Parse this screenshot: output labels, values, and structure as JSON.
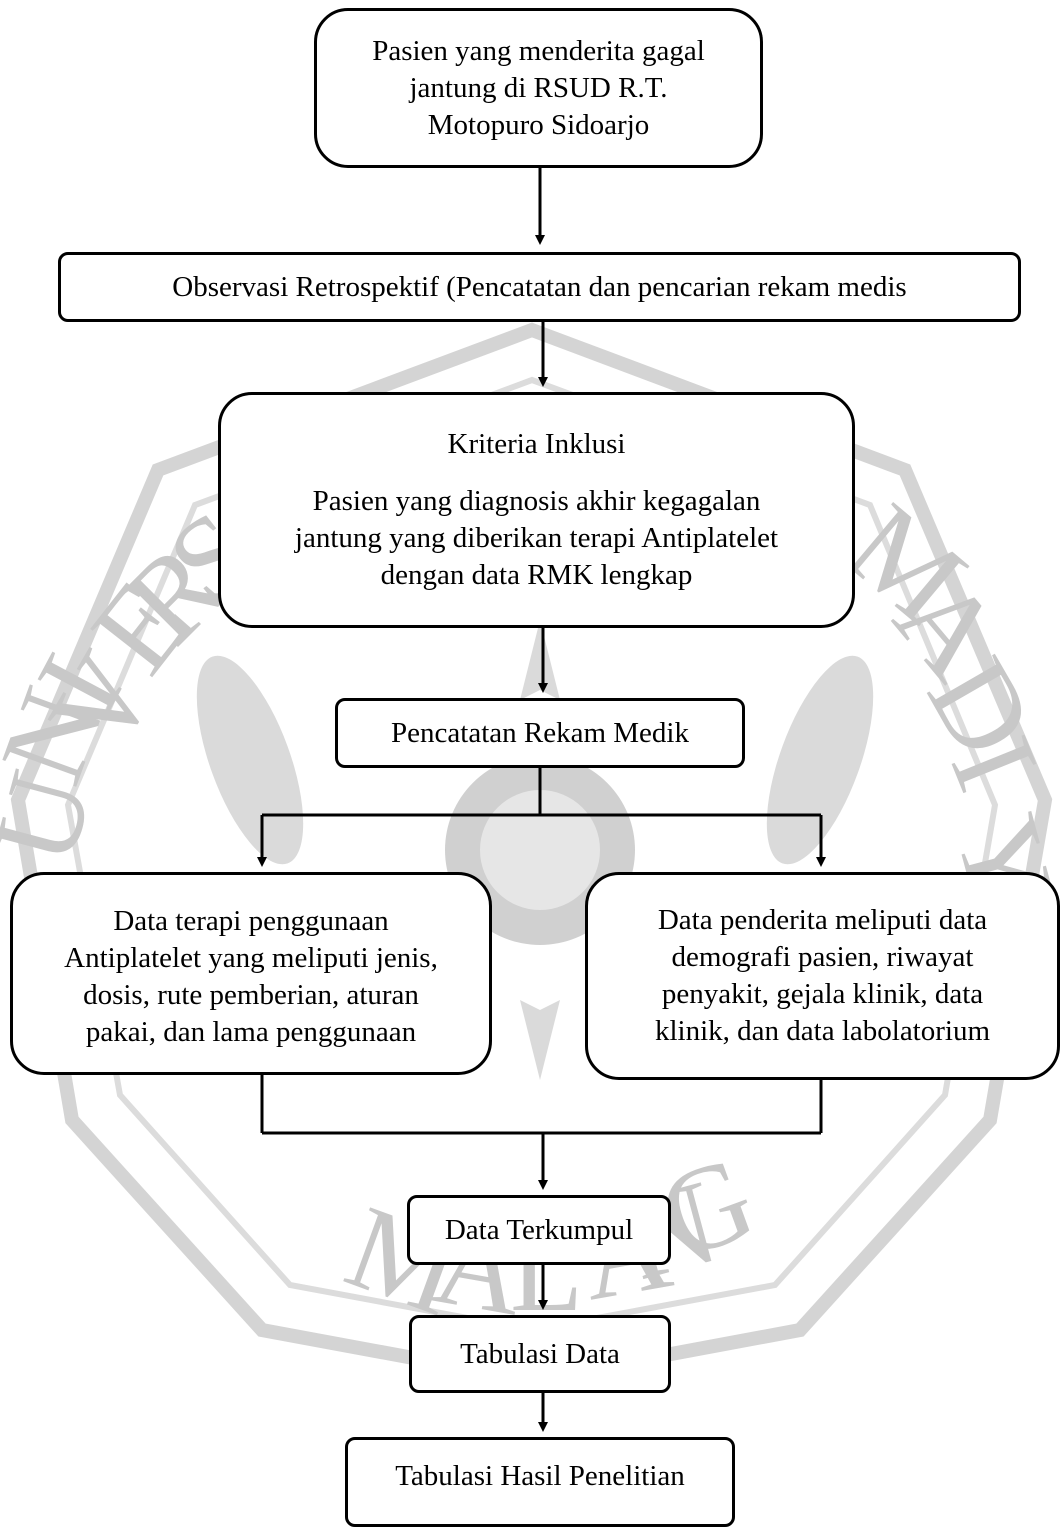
{
  "diagram": {
    "nodes": {
      "start": {
        "lines": [
          "Pasien yang menderita gagal",
          "jantung di RSUD R.T.",
          "Motopuro Sidoarjo"
        ]
      },
      "observasi": {
        "text": "Observasi Retrospektif (Pencatatan dan pencarian rekam medis"
      },
      "kriteria": {
        "title": "Kriteria Inklusi",
        "lines": [
          "Pasien yang diagnosis akhir kegagalan",
          "jantung yang diberikan terapi Antiplatelet",
          "dengan data RMK lengkap"
        ]
      },
      "pencatatan": {
        "text": "Pencatatan Rekam Medik"
      },
      "data_terapi": {
        "lines": [
          "Data terapi penggunaan",
          "Antiplatelet yang meliputi jenis,",
          "dosis, rute pemberian, aturan",
          "pakai, dan lama penggunaan"
        ]
      },
      "data_penderita": {
        "lines": [
          "Data penderita meliputi data",
          "demografi pasien, riwayat",
          "penyakit, gejala klinik, data",
          "klinik, dan data labolatorium"
        ]
      },
      "terkumpul": {
        "text": "Data Terkumpul"
      },
      "tabulasi": {
        "text": "Tabulasi Data"
      },
      "hasil": {
        "text": "Tabulasi Hasil Penelitian"
      }
    },
    "watermark": {
      "letters": [
        "U",
        "N",
        "I",
        "V",
        "E",
        "R",
        "S",
        "M",
        "A",
        "D",
        "I",
        "Y",
        "A",
        "M",
        "A",
        "L",
        "A",
        "N",
        "G"
      ]
    }
  }
}
